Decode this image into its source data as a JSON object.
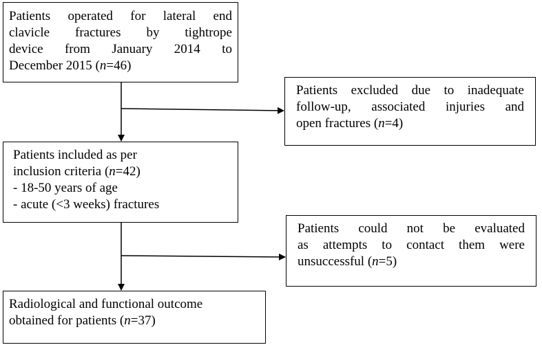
{
  "boxes": {
    "operated": {
      "lines": [
        "Patients operated for lateral end",
        "clavicle fractures by tightrope",
        "device from January 2014 to"
      ],
      "last_prefix": "December 2015 (",
      "n_label": "n",
      "last_suffix": "=46)"
    },
    "excluded": {
      "lines": [
        "Patients excluded due to inadequate",
        "follow-up, associated injuries and"
      ],
      "last_prefix": "open fractures (",
      "n_label": "n",
      "last_suffix": "=4)"
    },
    "included": {
      "line1": "Patients included as per",
      "line2_prefix": "inclusion criteria (",
      "n_label": "n",
      "line2_suffix": "=42)",
      "criteria": [
        "- 18-50 years of age",
        "- acute (<3 weeks) fractures"
      ]
    },
    "not_evaluated": {
      "lines": [
        "Patients could not be evaluated",
        "as attempts to contact them were"
      ],
      "last_prefix": "unsuccessful (",
      "n_label": "n",
      "last_suffix": "=5)"
    },
    "outcome": {
      "line1": "Radiological and functional outcome",
      "line2_prefix": "obtained for patients (",
      "n_label": "n",
      "line2_suffix": "=37)"
    }
  }
}
